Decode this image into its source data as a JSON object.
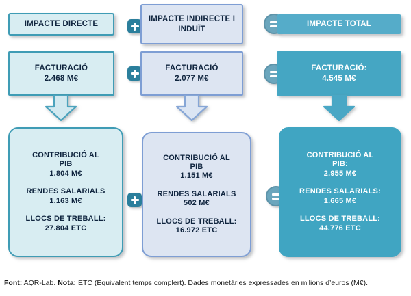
{
  "figure": {
    "title_hidden": "",
    "columns": [
      {
        "id": "directe",
        "header": "IMPACTE DIRECTE",
        "facturacio_label": "FACTURACIÓ",
        "facturacio_value": "2.468 M€",
        "pib_label": "CONTRIBUCIÓ AL",
        "pib_label2": "PIB",
        "pib_value": "1.804 M€",
        "rendes_label": "RENDES SALARIALS",
        "rendes_value": "1.163 M€",
        "llocs_label": "LLOCS DE TREBALL:",
        "llocs_value": "27.804 ETC",
        "fill": "#d8edf2",
        "border": "#3f9cb5",
        "text": "#10253f"
      },
      {
        "id": "indirecte-induit",
        "header_line1": "IMPACTE INDIRECTE I",
        "header_line2": "INDUÏT",
        "facturacio_label": "FACTURACIÓ",
        "facturacio_value": "2.077 M€",
        "pib_label": "CONTRIBUCIÓ AL",
        "pib_label2": "PIB",
        "pib_value": "1.151 M€",
        "rendes_label": "RENDES SALARIALS",
        "rendes_value": "502 M€",
        "llocs_label": "LLOCS DE TREBALL:",
        "llocs_value": "16.972 ETC",
        "fill": "#dde5f2",
        "border": "#7e9ed4",
        "text": "#10253f"
      },
      {
        "id": "total",
        "header": "IMPACTE TOTAL",
        "facturacio_label": "FACTURACIÓ:",
        "facturacio_value": "4.545 M€",
        "pib_label": "CONTRIBUCIÓ AL",
        "pib_label2": "PIB:",
        "pib_value": "2.955 M€",
        "rendes_label": "RENDES SALARIALS:",
        "rendes_value": "1.665 M€",
        "llocs_label": "LLOCS DE TREBALL:",
        "llocs_value": "44.776 ETC",
        "fill": "#4aa9c6",
        "border": "#4aa9c6",
        "text": "#ffffff"
      }
    ],
    "operators": {
      "plus": "+",
      "equals": "="
    },
    "footnote": {
      "font_label": "Font:",
      "font_value": " AQR-Lab. ",
      "nota_label": "Nota:",
      "nota_value": " ETC (Equivalent temps complert). Dades monetàries expressades en milions d’euros (M€)."
    }
  },
  "chart_data": {
    "type": "table",
    "title": "Impacte econòmic: directe, indirecte i induït, total",
    "categories": [
      "Facturació (M€)",
      "Contribució al PIB (M€)",
      "Rendes salarials (M€)",
      "Llocs de treball (ETC)"
    ],
    "series": [
      {
        "name": "Impacte directe",
        "values": [
          2468,
          1804,
          1163,
          27804
        ]
      },
      {
        "name": "Impacte indirecte i induït",
        "values": [
          2077,
          1151,
          502,
          16972
        ]
      },
      {
        "name": "Impacte total",
        "values": [
          4545,
          2955,
          1665,
          44776
        ]
      }
    ],
    "units": {
      "monetary": "milions d’euros (M€)",
      "employment": "ETC (Equivalent temps complert)"
    },
    "source": "AQR-Lab",
    "xlabel": "",
    "ylabel": "",
    "legend_position": "columns"
  }
}
